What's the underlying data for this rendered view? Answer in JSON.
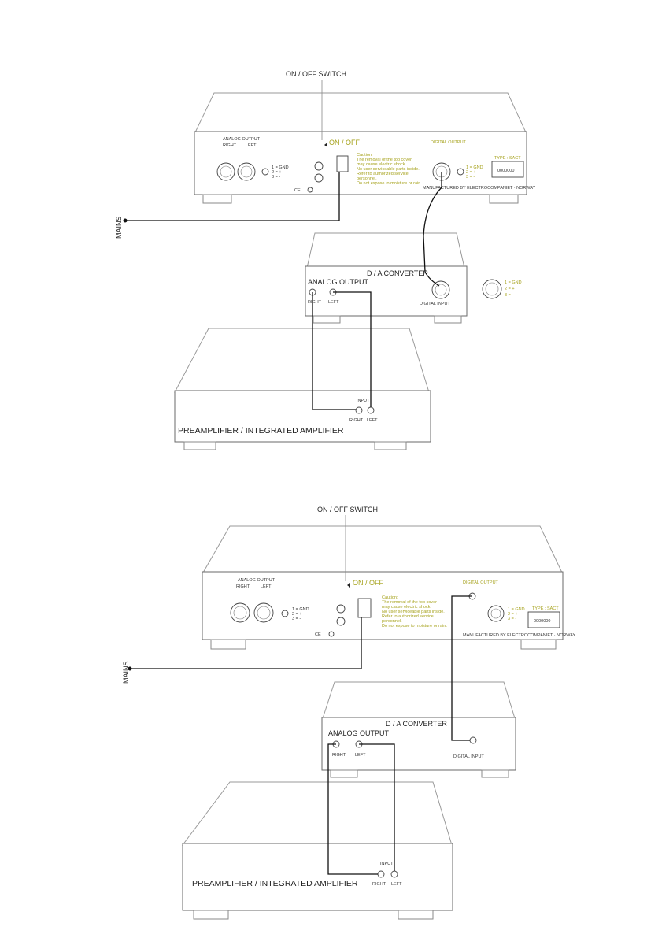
{
  "diagram_top": {
    "switch_label": "ON / OFF SWITCH",
    "mains_label": "MAINS",
    "transport": {
      "analog_output": "ANALOG OUTPUT",
      "right": "RIGHT",
      "left": "LEFT",
      "on_off": "ON / OFF",
      "pin_legend": [
        "1 = GND",
        "2 = +",
        "3 = -"
      ],
      "caution_title": "Caution:",
      "caution_lines": [
        "The removal of the top cover",
        "may cause electric shock.",
        "No user serviceable parts inside.",
        "Refer to authorized service",
        "personnel.",
        "Do not expose to moisture or rain."
      ],
      "digital_output": "DIGITAL OUTPUT",
      "type_label": "TYPE : SACT",
      "serial": "0000000",
      "manufacturer": "MANUFACTURED BY ELECTROCOMPANIET · NORWAY"
    },
    "dac": {
      "title": "D / A CONVERTER",
      "analog_output": "ANALOG OUTPUT",
      "right": "RIGHT",
      "left": "LEFT",
      "digital_input": "DIGITAL INPUT",
      "pin_legend": [
        "1 = GND",
        "2 = +",
        "3 = -"
      ]
    },
    "amplifier": {
      "title": "PREAMPLIFIER / INTEGRATED AMPLIFIER",
      "input": "INPUT",
      "right": "RIGHT",
      "left": "LEFT"
    }
  },
  "diagram_bottom": {
    "switch_label": "ON / OFF SWITCH",
    "mains_label": "MAINS",
    "transport": {
      "analog_output": "ANALOG OUTPUT",
      "right": "RIGHT",
      "left": "LEFT",
      "on_off": "ON / OFF",
      "pin_legend": [
        "1 = GND",
        "2 = +",
        "3 = -"
      ],
      "caution_title": "Caution:",
      "caution_lines": [
        "The removal of the top cover",
        "may cause electric shock.",
        "No user serviceable parts inside.",
        "Refer to authorized service",
        "personnel.",
        "Do not expose to moisture or rain."
      ],
      "digital_output": "DIGITAL OUTPUT",
      "type_label": "TYPE : SACT",
      "serial": "0000000",
      "manufacturer": "MANUFACTURED BY ELECTROCOMPANIET · NORWAY"
    },
    "dac": {
      "title": "D / A CONVERTER",
      "analog_output": "ANALOG OUTPUT",
      "right": "RIGHT",
      "left": "LEFT",
      "digital_input": "DIGITAL INPUT"
    },
    "amplifier": {
      "title": "PREAMPLIFIER / INTEGRATED AMPLIFIER",
      "input": "INPUT",
      "right": "RIGHT",
      "left": "LEFT"
    }
  }
}
